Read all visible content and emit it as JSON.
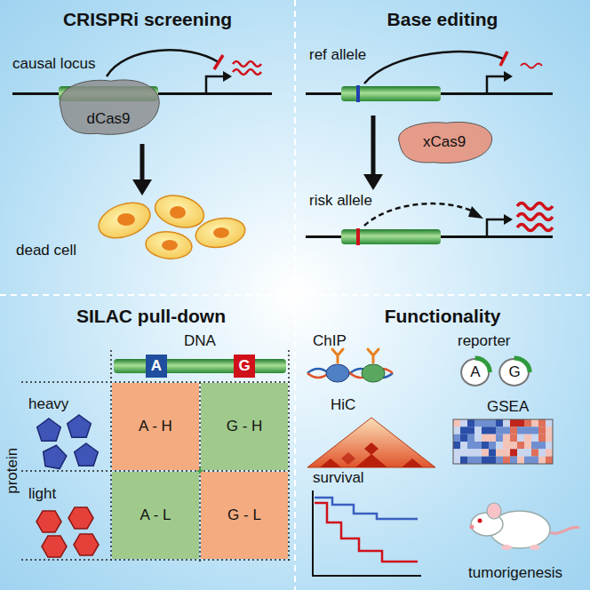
{
  "diagram": {
    "nodes": [
      {
        "text": [
          "dCas9"
        ]
      },
      {
        "text": [
          "xCas9"
        ]
      },
      {
        "text": [
          "A"
        ]
      },
      {
        "text": [
          "G"
        ]
      },
      {
        "text": [
          "A - H"
        ]
      },
      {
        "text": [
          "G - H"
        ]
      },
      {
        "text": [
          "A - L"
        ]
      },
      {
        "text": [
          "G - L"
        ]
      },
      {
        "text": [
          "A"
        ]
      },
      {
        "text": [
          "G"
        ]
      }
    ],
    "edges": [
      {
        "from": 4,
        "to": 7,
        "arrow": "both"
      },
      {
        "from": 5,
        "to": 6,
        "arrow": "both"
      }
    ],
    "labels": [
      "CRISPRi screening",
      "causal locus",
      "dead cell",
      "Base editing",
      "ref allele",
      "risk allele",
      "SILAC pull-down",
      "DNA",
      "heavy",
      "light",
      "protein",
      "Functionality",
      "ChIP",
      "reporter",
      "HiC",
      "GSEA",
      "survival",
      "tumorigenesis"
    ]
  }
}
